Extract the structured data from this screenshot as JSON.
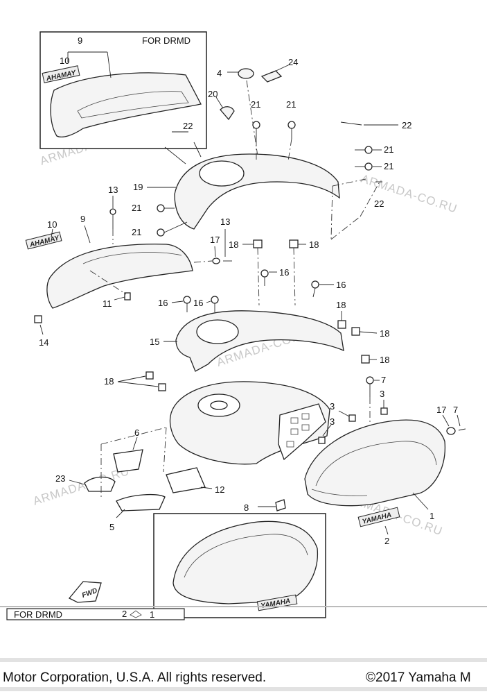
{
  "inset_top": {
    "title": "FOR DRMD"
  },
  "inset_bottom": {
    "title": "FOR DRMD"
  },
  "watermark": "ARMADA-CO.RU",
  "emblems": {
    "tank_badge": "YAMAHA",
    "cover_badge": "AHAMAY",
    "fwd": "FWD",
    "inset_badge": "YAMAHA"
  },
  "callouts": {
    "c1": "1",
    "c2": "2",
    "c3a": "3",
    "c3b": "3",
    "c3c": "3",
    "c4": "4",
    "c5": "5",
    "c6": "6",
    "c7a": "7",
    "c7b": "7",
    "c8": "8",
    "c9a": "9",
    "c9b": "9",
    "c10a": "10",
    "c10b": "10",
    "c11": "11",
    "c12": "12",
    "c13a": "13",
    "c13b": "13",
    "c14": "14",
    "c15": "15",
    "c16a": "16",
    "c16b": "16",
    "c16c": "16",
    "c16d": "16",
    "c17a": "17",
    "c17b": "17",
    "c18a": "18",
    "c18b": "18",
    "c18c": "18",
    "c18d": "18",
    "c18e": "18",
    "c18f": "18",
    "c19": "19",
    "c20": "20",
    "c21a": "21",
    "c21b": "21",
    "c21c": "21",
    "c21d": "21",
    "c21e": "21",
    "c21f": "21",
    "c22a": "22",
    "c22b": "22",
    "c22c": "22",
    "c23": "23",
    "c24": "24",
    "inset_c1": "1",
    "inset_c2": "2"
  },
  "footer": {
    "left": "Motor Corporation, U.S.A. All rights reserved.",
    "right": "©2017 Yamaha M"
  }
}
